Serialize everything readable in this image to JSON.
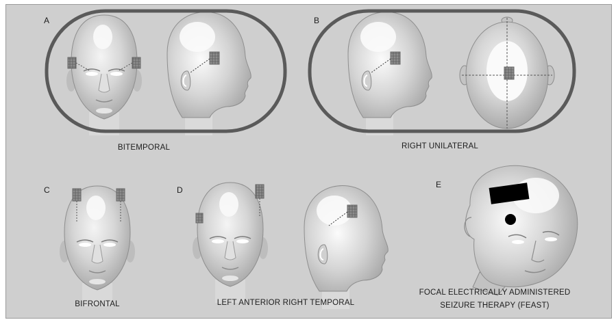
{
  "panels": {
    "a": {
      "letter": "A",
      "caption": "BITEMPORAL"
    },
    "b": {
      "letter": "B",
      "caption": "RIGHT UNILATERAL"
    },
    "c": {
      "letter": "C",
      "caption": "BIFRONTAL"
    },
    "d": {
      "letter": "D",
      "caption": "LEFT ANTERIOR RIGHT TEMPORAL"
    },
    "e": {
      "letter": "E",
      "caption_line1": "FOCAL ELECTRICALLY ADMINISTERED",
      "caption_line2": "SEIZURE THERAPY (FEAST)"
    }
  },
  "colors": {
    "background": "#cfcfcf",
    "head_fill": "#bdbdbd",
    "highlight": "#f2f2f2",
    "outline_ring": "#5a5a5a",
    "electrode": "#7a7a7a",
    "feast_electrode": "#000000"
  }
}
